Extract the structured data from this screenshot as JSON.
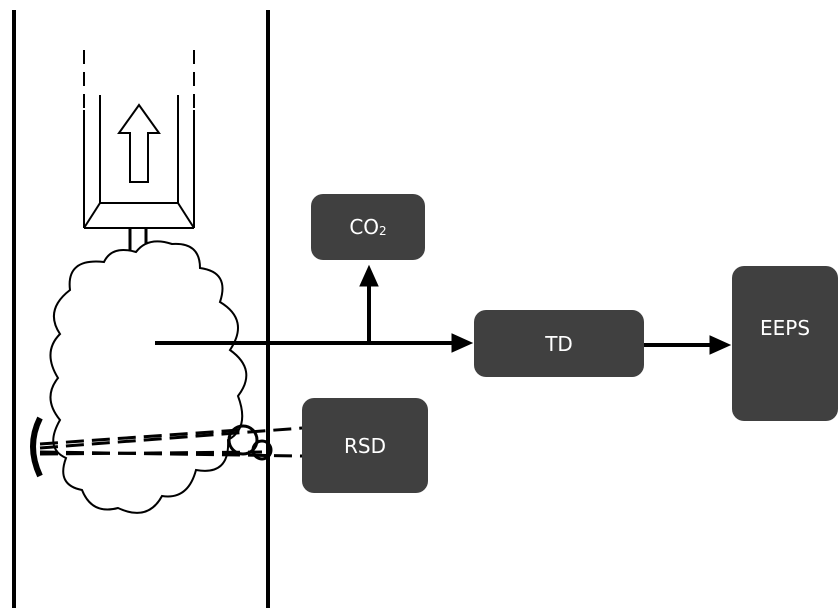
{
  "diagram": {
    "instruments": {
      "co2": {
        "label": "CO",
        "subscript": "2"
      },
      "td": {
        "label": "TD"
      },
      "eeps": {
        "label": "EEPS"
      },
      "rsd": {
        "label": "RSD"
      }
    },
    "colors": {
      "box_fill": "#404040",
      "box_text": "#ffffff",
      "line": "#000000",
      "background": "#ffffff"
    },
    "icons": [
      "exhaust-stack-icon",
      "up-arrow-icon",
      "exhaust-plume-icon",
      "rsd-beam-icon",
      "mirror-icon",
      "flow-arrow-icon"
    ]
  }
}
